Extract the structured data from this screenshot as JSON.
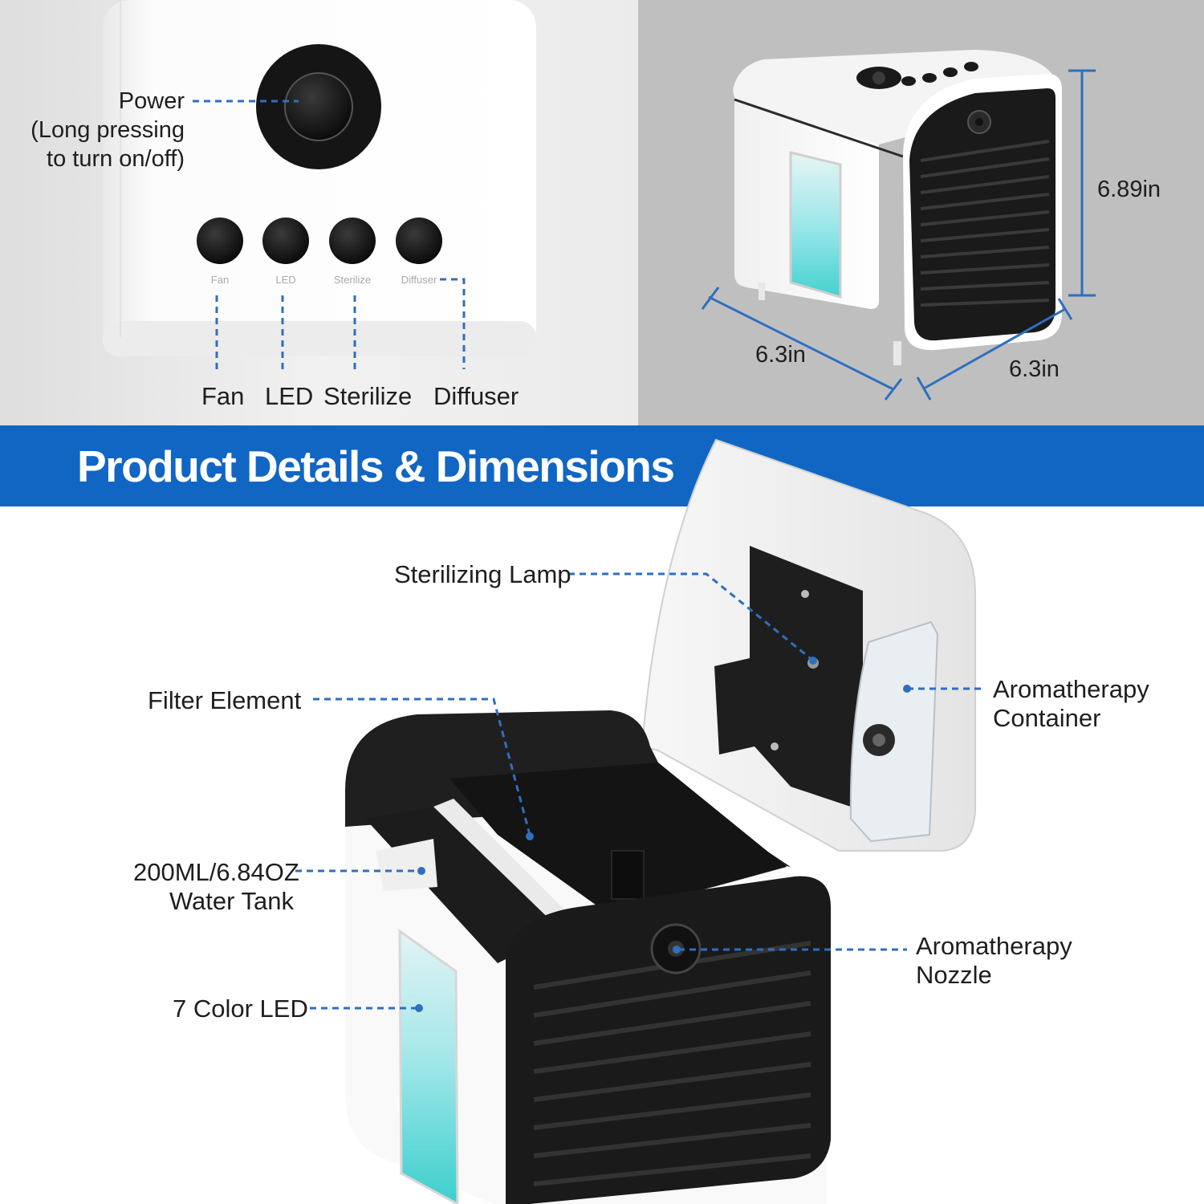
{
  "colors": {
    "banner": "#1166c4",
    "callout_line": "#2e6fc0",
    "led_glow": "#7fe3e6",
    "panel_gray": "#bfbfbf"
  },
  "control_panel": {
    "button_prints": [
      "Fan",
      "LED",
      "Sterilize",
      "Diffuser"
    ],
    "power_label": "Power\n(Long pressing\nto turn on/off)",
    "button_labels": [
      "Fan",
      "LED",
      "Sterilize",
      "Diffuser"
    ]
  },
  "dimensions": {
    "height": "6.89in",
    "width": "6.3in",
    "depth": "6.3in"
  },
  "banner": {
    "title": "Product Details & Dimensions"
  },
  "callouts": {
    "sterilizing_lamp": "Sterilizing Lamp",
    "filter_element": "Filter Element",
    "water_tank": "200ML/6.84OZ\nWater Tank",
    "color_led": "7 Color LED",
    "aroma_container": "Aromatherapy\nContainer",
    "aroma_nozzle": "Aromatherapy\nNozzle"
  }
}
